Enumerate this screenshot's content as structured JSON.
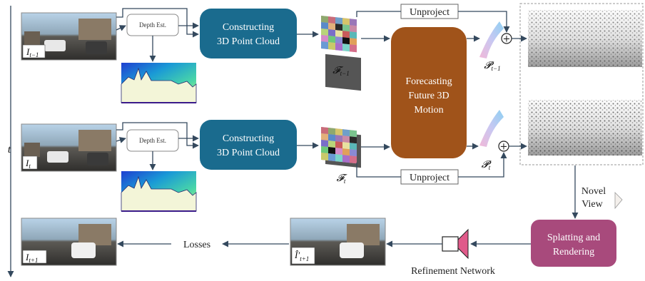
{
  "axis": {
    "time_label": "t"
  },
  "depth": {
    "label": "Depth Est."
  },
  "construct": {
    "label_line1": "Constructing",
    "label_line2": "3D Point Cloud"
  },
  "forecast": {
    "line1": "Forecasting",
    "line2": "Future 3D",
    "line3": "Motion"
  },
  "unproject": {
    "label": "Unproject"
  },
  "splat": {
    "line1": "Splatting and",
    "line2": "Rendering"
  },
  "novel": {
    "line1": "Novel",
    "line2": "View"
  },
  "losses": {
    "label": "Losses"
  },
  "refinement": {
    "label": "Refinement Network"
  },
  "plus": {
    "symbol": "+"
  },
  "frames": {
    "prev": {
      "base": "I",
      "sub": "t−1"
    },
    "curr": {
      "base": "I",
      "sub": "t"
    },
    "next": {
      "base": "I",
      "sub": "t+1"
    },
    "pred": {
      "base": "Î′",
      "sub": "t+1"
    }
  },
  "features": {
    "prev": {
      "base": "𝓕",
      "sub": "t−1"
    },
    "curr": {
      "base": "𝓕",
      "sub": "t"
    }
  },
  "points": {
    "prev": {
      "base": "𝓟",
      "sub": "t−1"
    },
    "curr": {
      "base": "𝓟",
      "sub": "t"
    }
  },
  "colors": {
    "construct_box": "#1a6b8e",
    "forecast_box": "#a0531a",
    "splat_box": "#a84a7c",
    "arrow": "#34495e"
  }
}
